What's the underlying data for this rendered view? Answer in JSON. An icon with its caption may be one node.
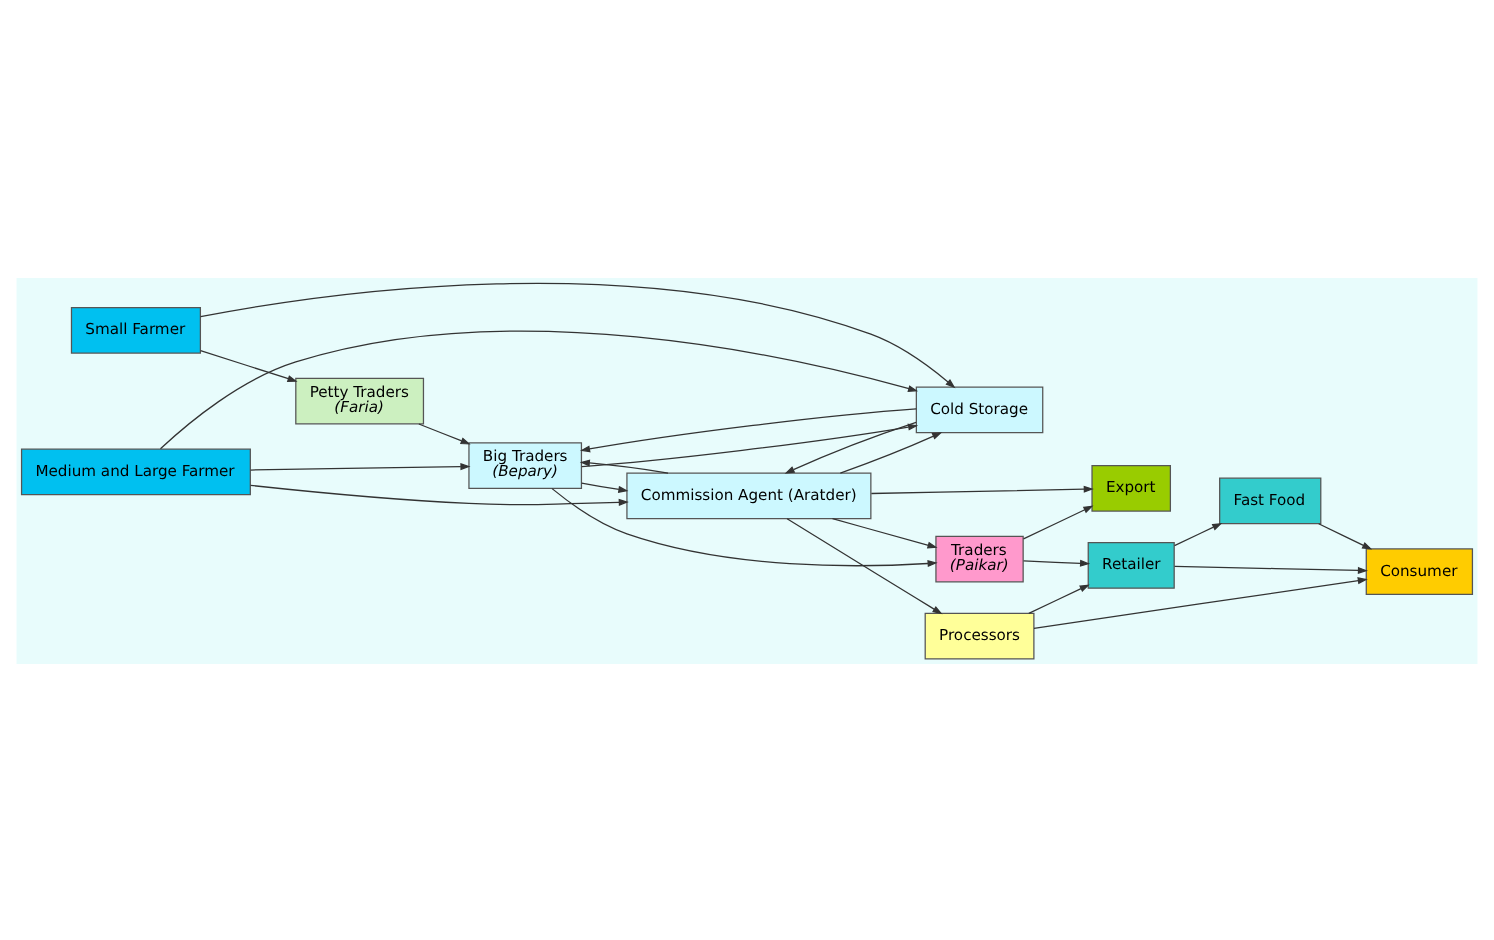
{
  "diagram": {
    "nodes": [
      {
        "text": [
          "Small Farmer"
        ]
      },
      {
        "text": [
          "Commission Agent (Aratder)"
        ]
      },
      {
        "text": [
          "Export"
        ]
      },
      {
        "text": [
          "Fast Food"
        ]
      },
      {
        "text": [
          "Petty Traders",
          "(Faria)"
        ]
      },
      {
        "text": [
          "Big Traders",
          "(Bepary)"
        ]
      },
      {
        "text": [
          "Traders",
          "(Paikar)"
        ]
      },
      {
        "text": [
          "Retailer"
        ]
      },
      {
        "text": [
          "Consumer"
        ]
      },
      {
        "text": [
          "Medium and Large Farmer"
        ]
      },
      {
        "text": [
          "Cold Storage"
        ]
      },
      {
        "text": [
          "Processors"
        ]
      }
    ],
    "edges": [
      {
        "from": 0,
        "to": 4,
        "arrow": "to"
      },
      {
        "from": 0,
        "to": 10,
        "arrow": "to"
      },
      {
        "from": 9,
        "to": 1,
        "arrow": "to"
      },
      {
        "from": 9,
        "to": 10,
        "arrow": "to"
      },
      {
        "from": 9,
        "to": 5,
        "arrow": "to"
      },
      {
        "from": 4,
        "to": 5,
        "arrow": "to"
      },
      {
        "from": 1,
        "to": 2,
        "arrow": "to"
      },
      {
        "from": 1,
        "to": 5,
        "arrow": "to"
      },
      {
        "from": 5,
        "to": 1,
        "arrow": "to"
      },
      {
        "from": 1,
        "to": 6,
        "arrow": "to"
      },
      {
        "from": 1,
        "to": 11,
        "arrow": "to"
      },
      {
        "from": 10,
        "to": 1,
        "arrow": "to"
      },
      {
        "from": 1,
        "to": 10,
        "arrow": "to"
      },
      {
        "from": 5,
        "to": 10,
        "arrow": "to"
      },
      {
        "from": 10,
        "to": 5,
        "arrow": "to"
      },
      {
        "from": 5,
        "to": 6,
        "arrow": "to"
      },
      {
        "from": 6,
        "to": 2,
        "arrow": "to"
      },
      {
        "from": 6,
        "to": 7,
        "arrow": "to"
      },
      {
        "from": 7,
        "to": 3,
        "arrow": "to"
      },
      {
        "from": 3,
        "to": 8,
        "arrow": "to"
      },
      {
        "from": 7,
        "to": 8,
        "arrow": "to"
      },
      {
        "from": 11,
        "to": 7,
        "arrow": "to"
      },
      {
        "from": 11,
        "to": 8,
        "arrow": "to"
      }
    ]
  }
}
